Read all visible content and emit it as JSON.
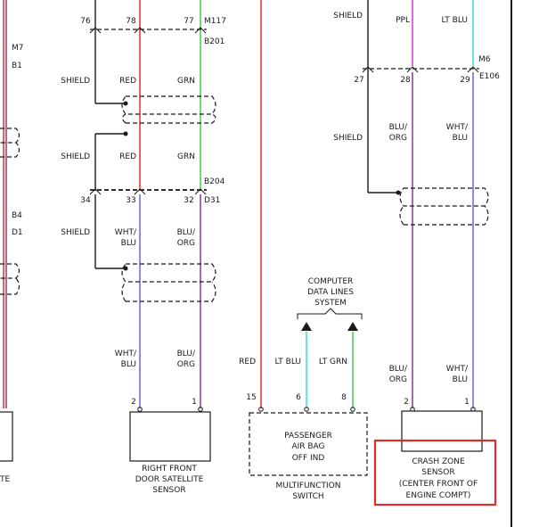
{
  "connectors": {
    "m7": "M7",
    "b1": "B1",
    "b4": "B4",
    "d1": "D1",
    "m117": "M117",
    "b201": "B201",
    "b204": "B204",
    "d31": "D31",
    "m6": "M6",
    "e106": "E106"
  },
  "pins": {
    "p76": "76",
    "p78": "78",
    "p77": "77",
    "p34": "34",
    "p33": "33",
    "p32": "32",
    "p2a": "2",
    "p1a": "1",
    "p15": "15",
    "p6": "6",
    "p8": "8",
    "p27": "27",
    "p28": "28",
    "p29": "29",
    "p2b": "2",
    "p1b": "1"
  },
  "wire_labels": {
    "shield": "SHIELD",
    "red": "RED",
    "grn": "GRN",
    "wht": "WHT/",
    "blu": "BLU",
    "blu_slash": "BLU/",
    "org": "ORG",
    "lt_blu": "LT BLU",
    "lt_grn": "LT GRN",
    "ppl": "PPL"
  },
  "computer_data_lines": [
    "COMPUTER",
    "DATA LINES",
    "SYSTEM"
  ],
  "components": {
    "left_partial": "TE",
    "right_front_door_satellite_sensor": [
      "RIGHT FRONT",
      "DOOR SATELLITE",
      "SENSOR"
    ],
    "passenger_air_bag_off_ind": [
      "PASSENGER",
      "AIR BAG",
      "OFF IND"
    ],
    "multifunction_switch": [
      "MULTIFUNCTION",
      "SWITCH"
    ],
    "crash_zone_sensor": [
      "CRASH ZONE",
      "SENSOR",
      "(CENTER FRONT OF",
      "ENGINE COMPT)"
    ]
  },
  "colors": {
    "red_wire": "#e23a3a",
    "green_wire": "#4fd04f",
    "violet_wire": "#7070e0",
    "brown_wire": "#8a4a8a",
    "cyan_wire": "#3fe0e8",
    "magenta_wire": "#e040e0",
    "highlight": "#d9302b"
  }
}
